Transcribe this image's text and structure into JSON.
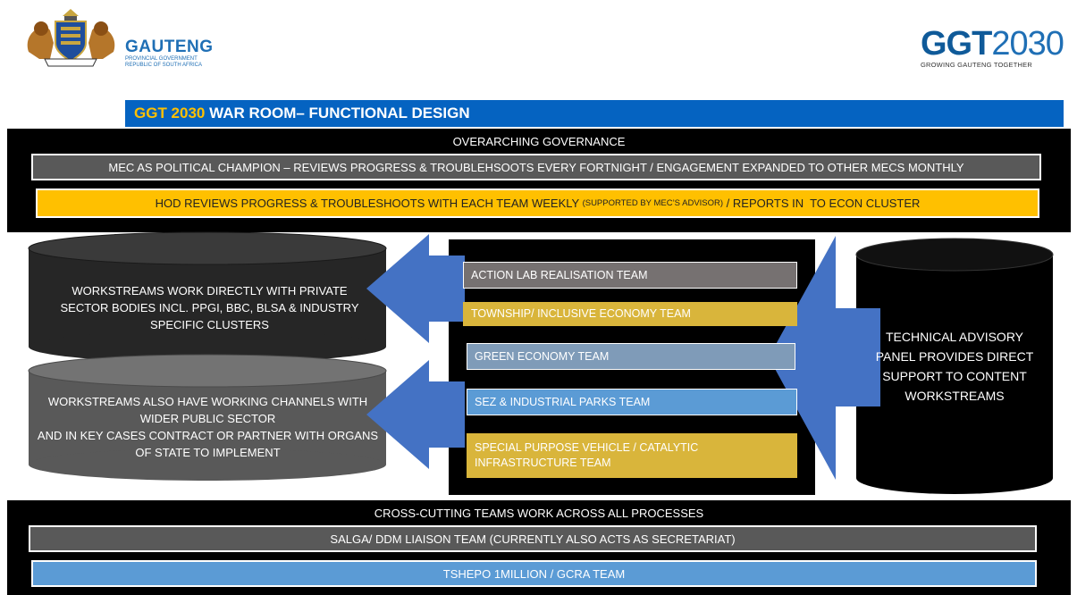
{
  "header": {
    "org_name": "GAUTENG",
    "org_sub1": "PROVINCIAL GOVERNMENT",
    "org_sub2": "REPUBLIC OF SOUTH AFRICA",
    "brand_main": "GGT",
    "brand_year": "2030",
    "brand_tagline": "GROWING GAUTENG TOGETHER"
  },
  "title": {
    "prefix": "GGT 2030",
    "rest": " WAR ROOM– FUNCTIONAL DESIGN"
  },
  "governance": {
    "heading": "OVERARCHING GOVERNANCE",
    "mec_bar": "MEC AS POLITICAL CHAMPION – REVIEWS PROGRESS & TROUBLEHSOOTS EVERY FORTNIGHT / ENGAGEMENT EXPANDED TO OTHER MECS MONTHLY",
    "hod_part1": "HOD REVIEWS PROGRESS & TROUBLESHOOTS WITH EACH TEAM WEEKLY ",
    "hod_small": "(SUPPORTED BY MEC’S ADVISOR)",
    "hod_part2": " / REPORTS IN  TO ECON CLUSTER"
  },
  "left": {
    "top_cylinder": "WORKSTREAMS WORK DIRECTLY WITH PRIVATE SECTOR BODIES INCL. PPGI, BBC, BLSA & INDUSTRY SPECIFIC CLUSTERS",
    "bottom_cylinder_line1": "WORKSTREAMS ALSO HAVE WORKING CHANNELS WITH WIDER PUBLIC SECTOR",
    "bottom_cylinder_line2": "AND IN KEY CASES CONTRACT OR PARTNER WITH ORGANS OF STATE TO IMPLEMENT"
  },
  "teams": [
    {
      "label": "ACTION LAB REALISATION TEAM",
      "color": "#767171"
    },
    {
      "label": "TOWNSHIP/ INCLUSIVE ECONOMY TEAM",
      "color": "#d9b53b"
    },
    {
      "label": "GREEN ECONOMY TEAM",
      "color": "#7f9bb8"
    },
    {
      "label": "SEZ & INDUSTRIAL PARKS TEAM",
      "color": "#5b9bd5"
    },
    {
      "label": "SPECIAL PURPOSE VEHICLE / CATALYTIC INFRASTRUCTURE TEAM",
      "color": "#d9b53b"
    }
  ],
  "right": {
    "cylinder_text": "TECHNICAL ADVISORY PANEL PROVIDES DIRECT SUPPORT TO CONTENT WORKSTREAMS"
  },
  "cross_cutting": {
    "heading": "CROSS-CUTTING TEAMS WORK ACROSS ALL PROCESSES",
    "salga": "SALGA/ DDM  LIAISON TEAM (CURRENTLY ALSO ACTS AS SECRETARIAT)",
    "tshepo": "TSHEPO 1MILLION / GCRA TEAM"
  },
  "colors": {
    "title_bar": "#0563c1",
    "title_accent": "#ffc000",
    "gray_bar": "#595959",
    "gold_bar": "#ffc000",
    "arrow_blue": "#4472c4",
    "cylinder_dark": "#262626",
    "cylinder_gray": "#595959"
  }
}
